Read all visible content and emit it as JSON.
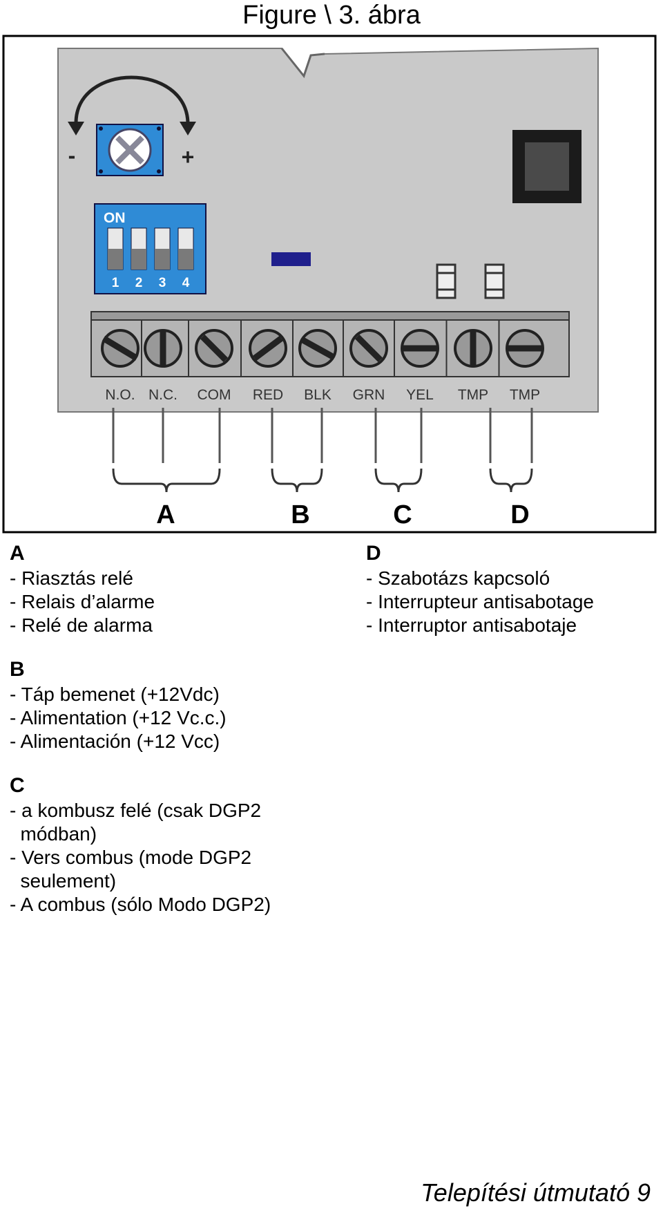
{
  "figure_title": "Figure \\ 3. ábra",
  "pot": {
    "minus": "-",
    "plus": "+"
  },
  "dip": {
    "on_label": "ON",
    "numbers": [
      "1",
      "2",
      "3",
      "4"
    ]
  },
  "terminals": [
    "N.O.",
    "N.C.",
    "COM",
    "RED",
    "BLK",
    "GRN",
    "YEL",
    "TMP",
    "TMP"
  ],
  "groups": [
    "A",
    "B",
    "C",
    "D"
  ],
  "legend": {
    "A": {
      "heading": "A",
      "lines": [
        "- Riasztás relé",
        "- Relais d’alarme",
        "- Relé de alarma"
      ]
    },
    "B": {
      "heading": "B",
      "lines": [
        "- Táp bemenet (+12Vdc)",
        "- Alimentation (+12 Vc.c.)",
        "- Alimentación (+12 Vcc)"
      ]
    },
    "C": {
      "heading": "C",
      "lines": [
        "- a kombusz felé (csak DGP2",
        "  módban)",
        "- Vers combus (mode DGP2",
        "  seulement)",
        "- A combus (sólo Modo DGP2)"
      ]
    },
    "D": {
      "heading": "D",
      "lines": [
        "- Szabotázs kapcsoló",
        "- Interrupteur antisabotage",
        "- Interruptor antisabotaje"
      ]
    }
  },
  "footer": "Telepítési útmutató 9",
  "colors": {
    "board": "#c9c9c9",
    "dip": "#2f8bd6",
    "led": "#1f1f8c",
    "dark": "#222222"
  }
}
